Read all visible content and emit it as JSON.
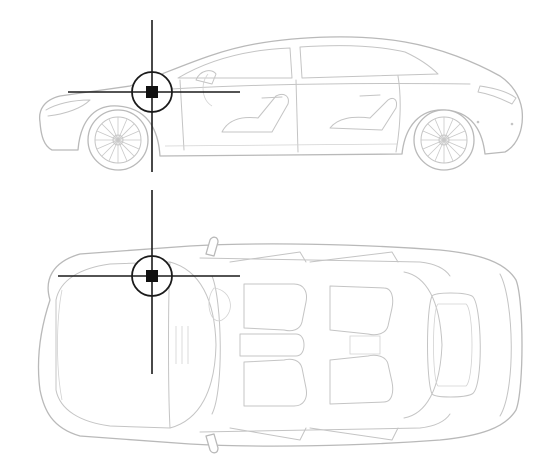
{
  "figure": {
    "views": [
      {
        "name": "side-view",
        "subject": "sedan-side-profile"
      },
      {
        "name": "top-view",
        "subject": "sedan-top-cutaway"
      }
    ],
    "marker": {
      "shape": "circle-crosshair-with-filled-square",
      "color": "#1a1a1a"
    },
    "line_color": "#b9b9b9"
  }
}
